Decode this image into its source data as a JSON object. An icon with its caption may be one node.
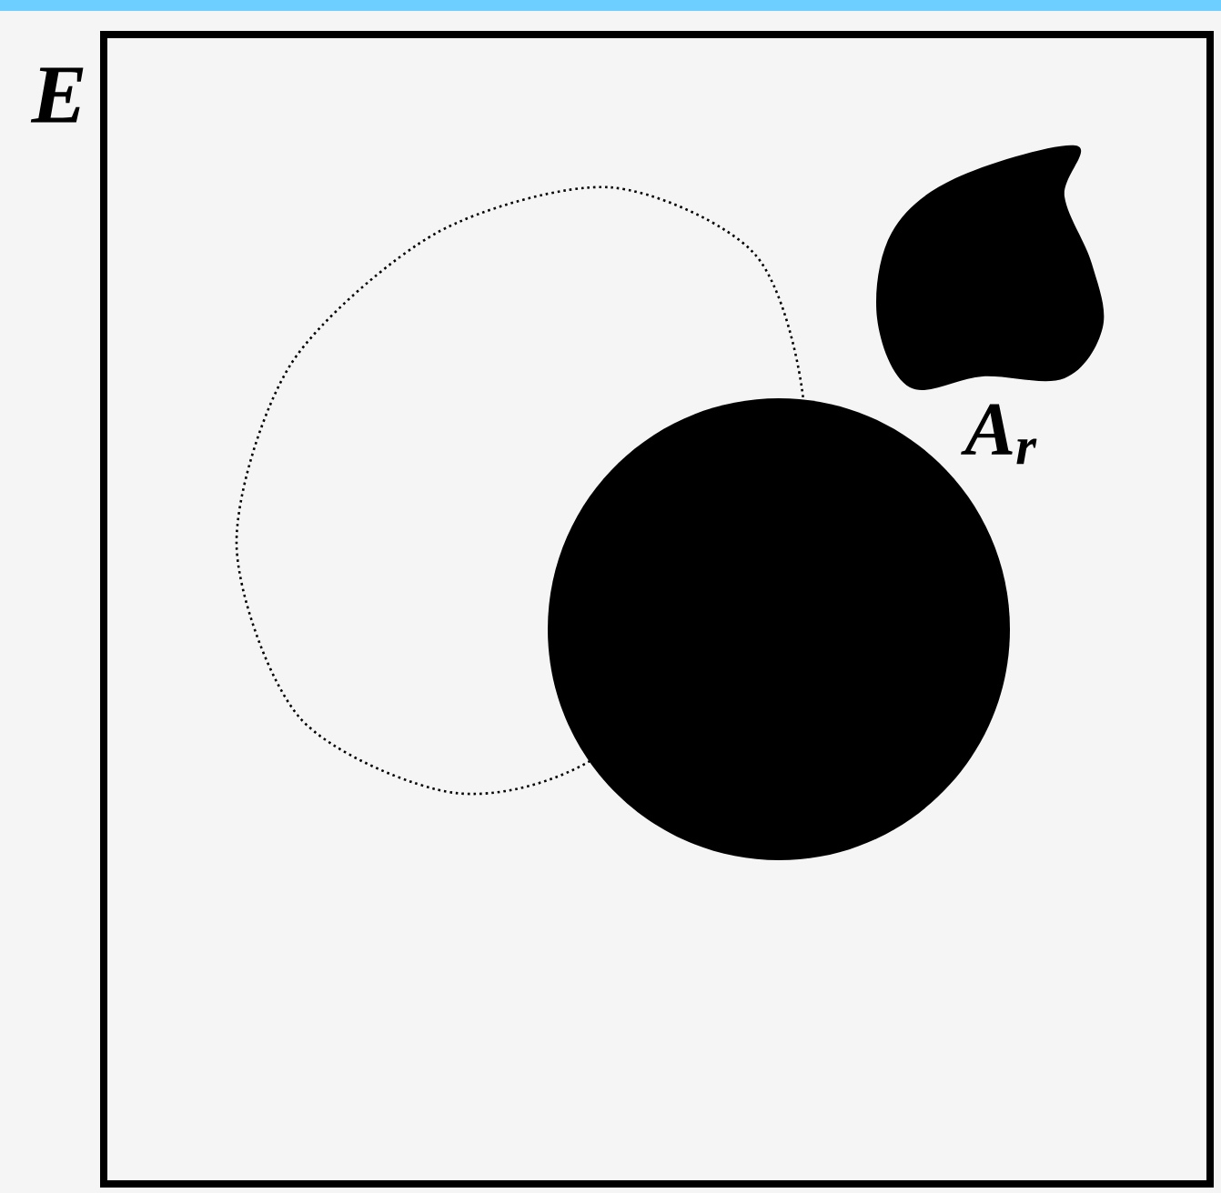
{
  "diagram": {
    "nodes": [
      {
        "text": [
          "E"
        ]
      },
      {
        "text": [],
        "shape": "circle",
        "in": 0
      },
      {
        "text": [],
        "shape": "blob",
        "in": 0,
        "beside": [
          "A$_{r}$"
        ]
      },
      {
        "text": [],
        "shape": "circle",
        "in": 0
      }
    ]
  }
}
